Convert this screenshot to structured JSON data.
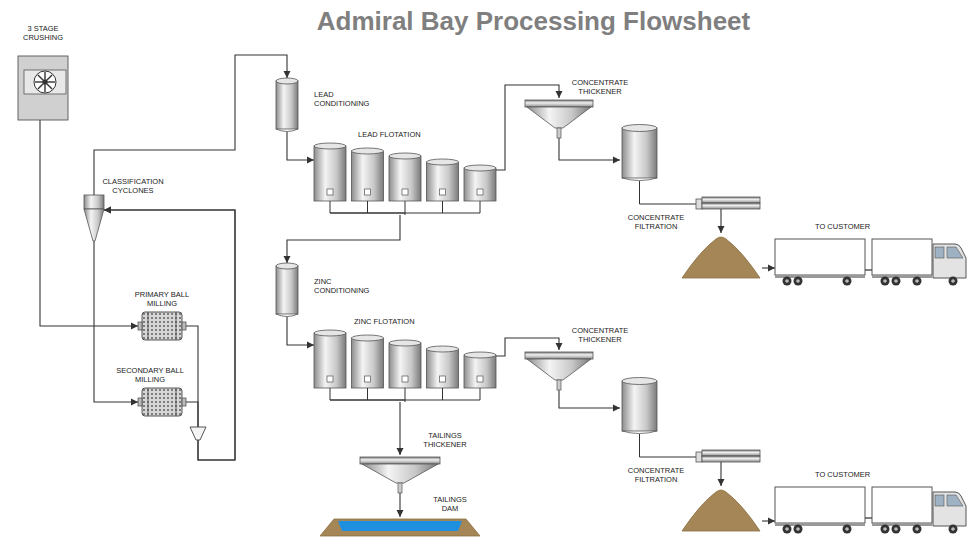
{
  "diagram": {
    "title": "Admiral Bay Processing Flowsheet",
    "nodes": [
      {
        "text": [
          "3 STAGE CRUSHING"
        ]
      },
      {
        "text": [
          "CLASSIFICATION CYCLONES"
        ]
      },
      {
        "text": [
          "PRIMARY BALL MILLING"
        ]
      },
      {
        "text": [
          "SECONDARY BALL MILLING"
        ]
      },
      {
        "text": [
          "LEAD CONDITIONING"
        ]
      },
      {
        "text": [
          "LEAD FLOTATION"
        ]
      },
      {
        "text": [
          "CONCENTRATE THICKENER"
        ]
      },
      {
        "text": [
          "CONCENTRATE FILTRATION"
        ]
      },
      {
        "text": [
          "TO CUSTOMER"
        ]
      },
      {
        "text": [
          "ZINC CONDITIONING"
        ]
      },
      {
        "text": [
          "ZINC FLOTATION"
        ]
      },
      {
        "text": [
          "CONCENTRATE THICKENER"
        ]
      },
      {
        "text": [
          "CONCENTRATE FILTRATION"
        ]
      },
      {
        "text": [
          "TO CUSTOMER"
        ]
      },
      {
        "text": [
          "TAILINGS THICKENER"
        ]
      },
      {
        "text": [
          "TAILINGS DAM"
        ]
      }
    ],
    "edges": [
      {
        "from": 0,
        "to": 2,
        "arrow": "to"
      },
      {
        "from": 1,
        "to": 4,
        "arrow": "to"
      },
      {
        "from": 1,
        "to": 3,
        "arrow": "to"
      },
      {
        "from": 2,
        "to": 1,
        "arrow": "to"
      },
      {
        "from": 3,
        "to": 1,
        "arrow": "to"
      },
      {
        "from": 4,
        "to": 5,
        "arrow": "to"
      },
      {
        "from": 5,
        "to": 6,
        "arrow": "to"
      },
      {
        "from": 5,
        "to": 9,
        "arrow": "to"
      },
      {
        "from": 6,
        "to": 7,
        "arrow": "to"
      },
      {
        "from": 7,
        "to": 8,
        "arrow": "to"
      },
      {
        "from": 9,
        "to": 10,
        "arrow": "to"
      },
      {
        "from": 10,
        "to": 11,
        "arrow": "to"
      },
      {
        "from": 11,
        "to": 12,
        "arrow": "to"
      },
      {
        "from": 12,
        "to": 13,
        "arrow": "to"
      },
      {
        "from": 10,
        "to": 14,
        "arrow": "to"
      },
      {
        "from": 14,
        "to": 15,
        "arrow": "to"
      }
    ]
  }
}
